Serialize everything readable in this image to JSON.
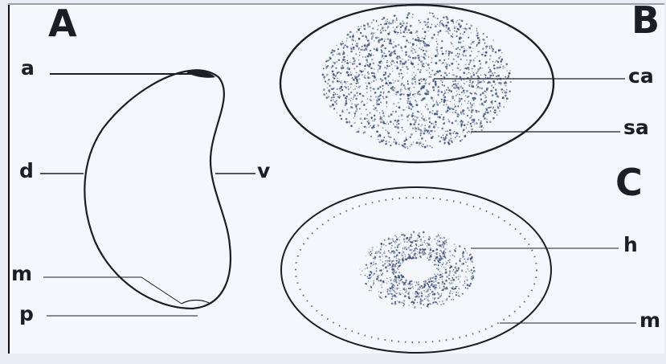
{
  "figure": {
    "panel_labels": {
      "a": "A",
      "b": "B",
      "c": "C"
    },
    "panel_a": {
      "labels": [
        "a",
        "d",
        "v",
        "m",
        "p"
      ]
    },
    "panel_b": {
      "labels": [
        "ca",
        "sa"
      ]
    },
    "panel_c": {
      "labels": [
        "h",
        "m"
      ]
    }
  },
  "colors": {
    "ink": "#1a1f26",
    "stipple": "#3a4a78",
    "paper": "#f4f7fb"
  }
}
